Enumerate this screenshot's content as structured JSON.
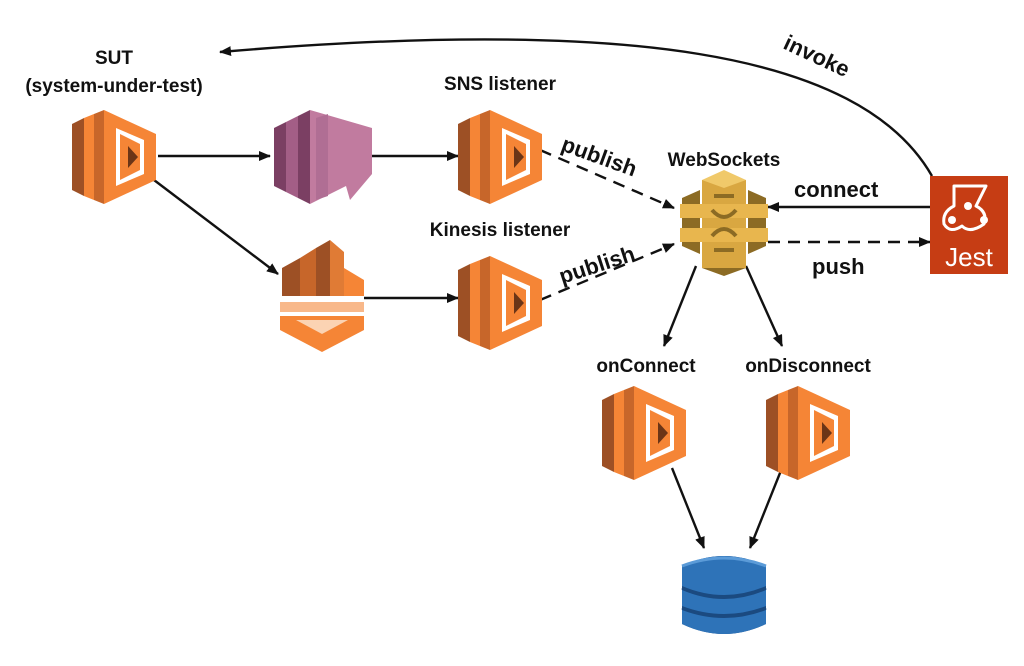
{
  "labels": {
    "sut_title": "SUT",
    "sut_subtitle": "(system-under-test)",
    "sns_listener": "SNS listener",
    "kinesis_listener": "Kinesis listener",
    "websockets": "WebSockets",
    "on_connect": "onConnect",
    "on_disconnect": "onDisconnect"
  },
  "edge_labels": {
    "invoke": "invoke",
    "publish_sns": "publish",
    "publish_kinesis": "publish",
    "connect": "connect",
    "push": "push"
  },
  "jest": {
    "text": "Jest"
  },
  "nodes": [
    {
      "id": "sut",
      "kind": "lambda-icon"
    },
    {
      "id": "sns-topic",
      "kind": "sns-icon"
    },
    {
      "id": "kinesis-stream",
      "kind": "kinesis-icon"
    },
    {
      "id": "sns-listener",
      "kind": "lambda-icon"
    },
    {
      "id": "kinesis-listener",
      "kind": "lambda-icon"
    },
    {
      "id": "websockets-api",
      "kind": "api-gateway-icon"
    },
    {
      "id": "on-connect",
      "kind": "lambda-icon"
    },
    {
      "id": "on-disconnect",
      "kind": "lambda-icon"
    },
    {
      "id": "dynamodb",
      "kind": "dynamodb-icon"
    },
    {
      "id": "jest",
      "kind": "jest-logo-icon"
    }
  ],
  "edges": [
    {
      "from": "jest",
      "to": "sut",
      "label": "invoke",
      "style": "solid"
    },
    {
      "from": "sut",
      "to": "sns-topic",
      "style": "solid"
    },
    {
      "from": "sut",
      "to": "kinesis-stream",
      "style": "solid"
    },
    {
      "from": "sns-topic",
      "to": "sns-listener",
      "style": "solid"
    },
    {
      "from": "kinesis-stream",
      "to": "kinesis-listener",
      "style": "solid"
    },
    {
      "from": "sns-listener",
      "to": "websockets-api",
      "label": "publish",
      "style": "dashed"
    },
    {
      "from": "kinesis-listener",
      "to": "websockets-api",
      "label": "publish",
      "style": "dashed"
    },
    {
      "from": "jest",
      "to": "websockets-api",
      "label": "connect",
      "style": "solid"
    },
    {
      "from": "websockets-api",
      "to": "jest",
      "label": "push",
      "style": "dashed"
    },
    {
      "from": "websockets-api",
      "to": "on-connect",
      "style": "solid"
    },
    {
      "from": "websockets-api",
      "to": "on-disconnect",
      "style": "solid"
    },
    {
      "from": "on-connect",
      "to": "dynamodb",
      "style": "solid"
    },
    {
      "from": "on-disconnect",
      "to": "dynamodb",
      "style": "solid"
    }
  ],
  "colors": {
    "lambda_orange": "#F58536",
    "lambda_dark": "#9D5025",
    "sns_pink": "#C17B9F",
    "sns_dark": "#7B3F63",
    "apigw_gold": "#D9A741",
    "apigw_dark": "#8C6B24",
    "dynamodb_blue": "#2E73B8",
    "dynamodb_dark": "#1B4A80",
    "jest_red": "#C63D14"
  }
}
